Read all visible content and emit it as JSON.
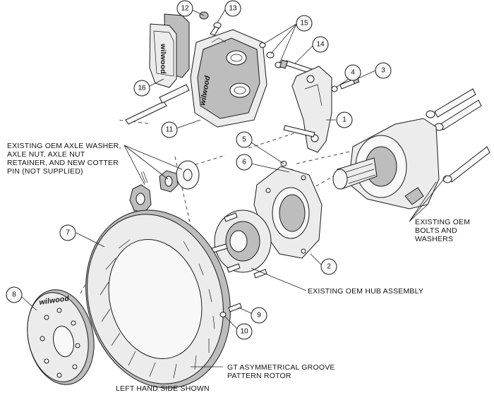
{
  "callouts": [
    {
      "id": "c1",
      "number": "1"
    },
    {
      "id": "c2",
      "number": "2"
    },
    {
      "id": "c3",
      "number": "3"
    },
    {
      "id": "c4",
      "number": "4"
    },
    {
      "id": "c5",
      "number": "5"
    },
    {
      "id": "c6",
      "number": "6"
    },
    {
      "id": "c7",
      "number": "7"
    },
    {
      "id": "c8",
      "number": "8"
    },
    {
      "id": "c9",
      "number": "9"
    },
    {
      "id": "c10",
      "number": "10"
    },
    {
      "id": "c11",
      "number": "11"
    },
    {
      "id": "c12",
      "number": "12"
    },
    {
      "id": "c13",
      "number": "13"
    },
    {
      "id": "c14",
      "number": "14"
    },
    {
      "id": "c15",
      "number": "15"
    },
    {
      "id": "c16",
      "number": "16"
    }
  ],
  "notes": {
    "axle_hardware": [
      "EXISTING OEM AXLE WASHER,",
      "AXLE NUT, AXLE NUT",
      "RETAINER, AND NEW COTTER",
      "PIN (NOT SUPPLIED)"
    ],
    "oem_bolts": [
      "EXISTING OEM",
      "BOLTS AND",
      "WASHERS"
    ],
    "oem_hub": "EXISTING OEM HUB ASSEMBLY",
    "rotor": [
      "GT ASYMMETRICAL GROOVE",
      "PATTERN ROTOR"
    ],
    "side": "LEFT HAND SIDE SHOWN"
  },
  "brand_marks": {
    "caliper": "wilwood",
    "pad": "wilwood",
    "hat": "wilwood"
  }
}
